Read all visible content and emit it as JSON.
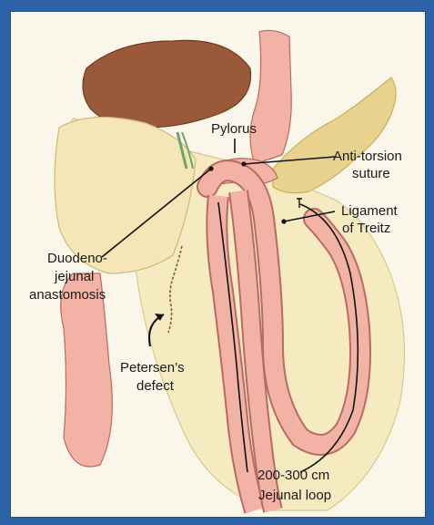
{
  "labels": {
    "pylorus": "Pylorus",
    "anti_torsion_1": "Anti-torsion",
    "anti_torsion_2": "suture",
    "ligament_1": "Ligament",
    "ligament_2": "of Treitz",
    "duodeno_1": "Duodeno-",
    "duodeno_2": "jejunal",
    "duodeno_3": "anastomosis",
    "petersen_1": "Petersen’s",
    "petersen_2": "defect",
    "length": "200-300 cm",
    "jejunal_loop": "Jejunal loop"
  },
  "colors": {
    "frame": "#2d63a6",
    "background": "#faf7ea",
    "liver": "#9a5a3a",
    "bowel": "#f3b2a6",
    "bowel_outline": "#b86b62",
    "mesentery": "#f4e7b5",
    "pancreas": "#e9d590",
    "leader": "#111111"
  }
}
